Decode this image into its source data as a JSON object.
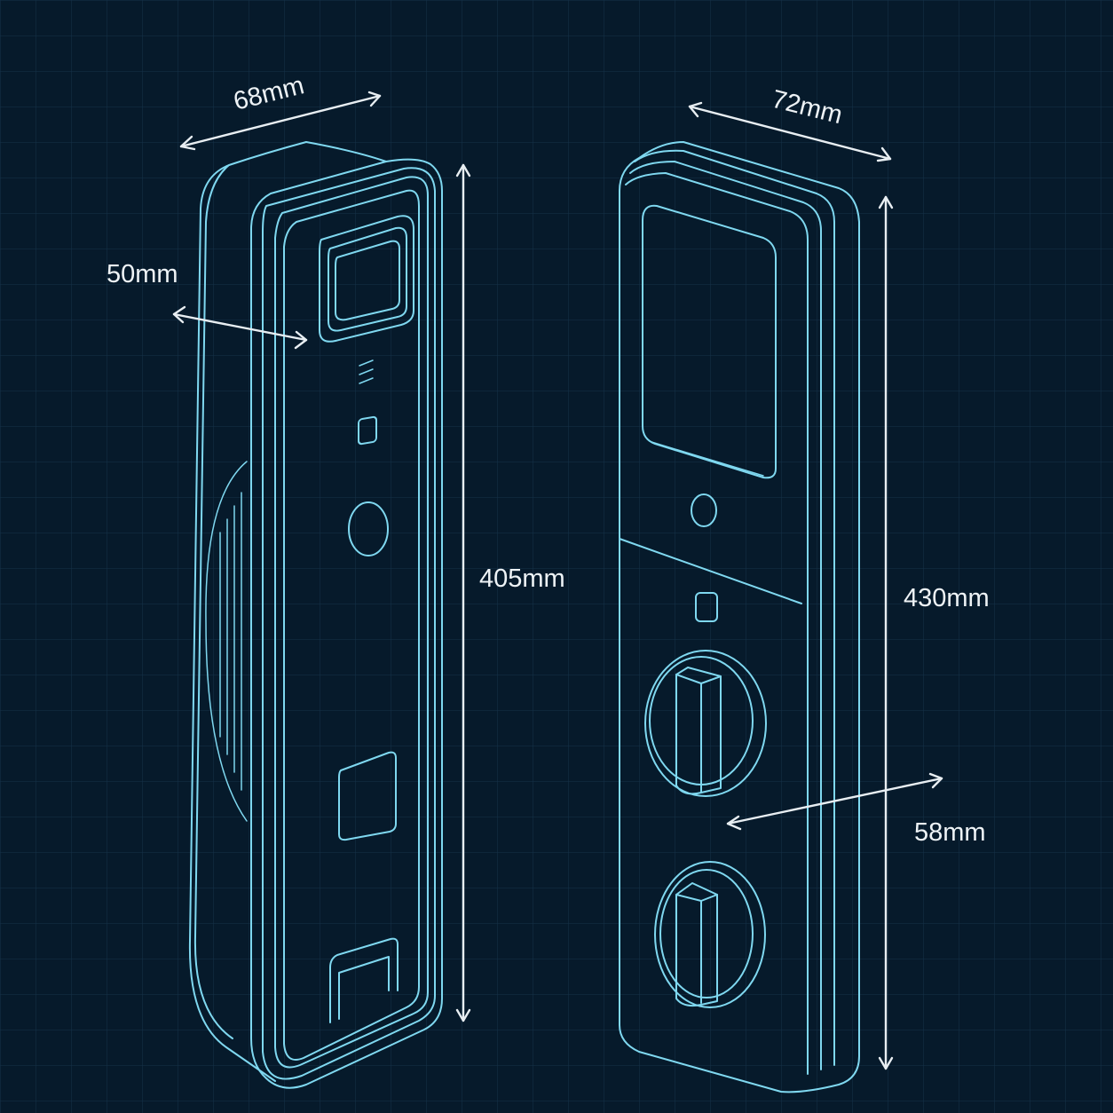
{
  "dimensions": {
    "left_width": "68mm",
    "left_depth": "50mm",
    "left_height": "405mm",
    "right_width": "72mm",
    "right_height": "430mm",
    "right_depth": "58mm"
  },
  "colors": {
    "background": "#061a2b",
    "grid": "#15324a",
    "outline": "#7fd8f0",
    "dimension": "#e8eef2"
  }
}
